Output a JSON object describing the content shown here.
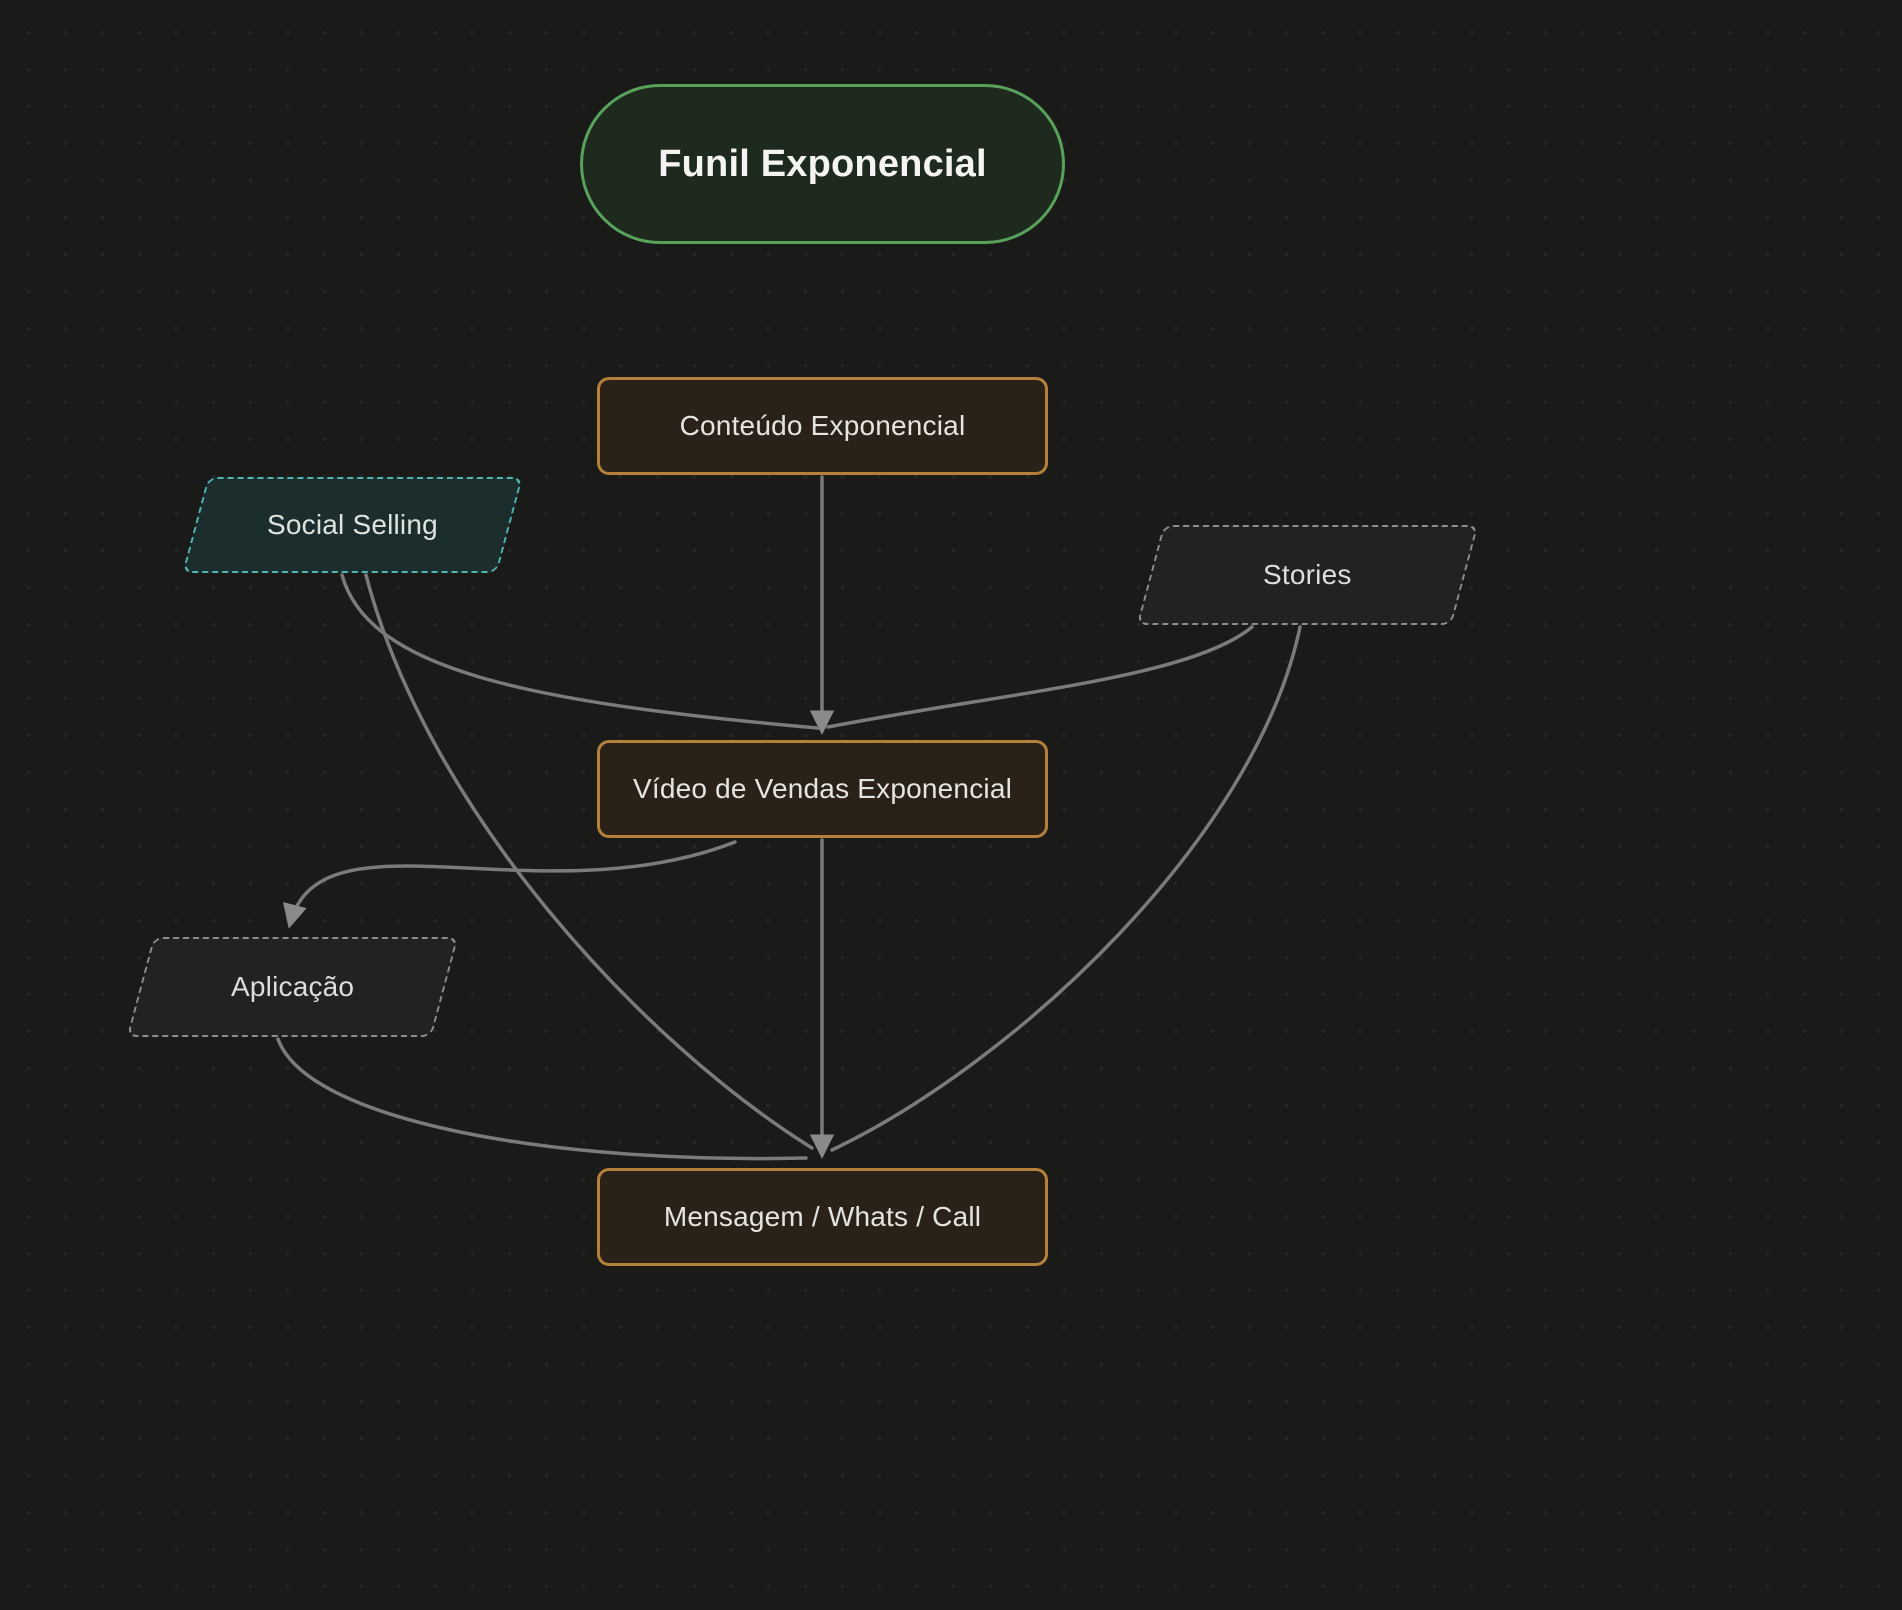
{
  "diagram": {
    "title": "Funil Exponencial",
    "nodes": [
      {
        "id": "funil",
        "label": "Funil Exponencial",
        "style": "title-green"
      },
      {
        "id": "conteudo",
        "label": "Conteúdo Exponencial",
        "style": "solid-orange"
      },
      {
        "id": "social",
        "label": "Social Selling",
        "style": "dashed-teal"
      },
      {
        "id": "stories",
        "label": "Stories",
        "style": "dashed-gray"
      },
      {
        "id": "video",
        "label": "Vídeo de Vendas Exponencial",
        "style": "solid-orange"
      },
      {
        "id": "aplicacao",
        "label": "Aplicação",
        "style": "dashed-gray"
      },
      {
        "id": "mensagem",
        "label": "Mensagem / Whats / Call",
        "style": "solid-orange"
      }
    ],
    "edges": [
      {
        "from": "conteudo",
        "to": "video"
      },
      {
        "from": "social",
        "to": "video"
      },
      {
        "from": "stories",
        "to": "video"
      },
      {
        "from": "video",
        "to": "mensagem"
      },
      {
        "from": "video",
        "to": "aplicacao"
      },
      {
        "from": "aplicacao",
        "to": "mensagem"
      },
      {
        "from": "social",
        "to": "mensagem"
      },
      {
        "from": "stories",
        "to": "mensagem"
      }
    ],
    "colors": {
      "background": "#1a1a18",
      "dot_grid": "#262625",
      "title_border": "#58a25c",
      "title_fill": "#1f2a1f",
      "orange_border": "#b5813a",
      "orange_fill": "#2a2219",
      "teal_border": "#53b4b4",
      "teal_fill": "#1c2d2d",
      "gray_border": "#8d8d8d",
      "gray_fill": "#222221",
      "edge": "#7b7b7b",
      "text": "#e6e4df"
    }
  }
}
